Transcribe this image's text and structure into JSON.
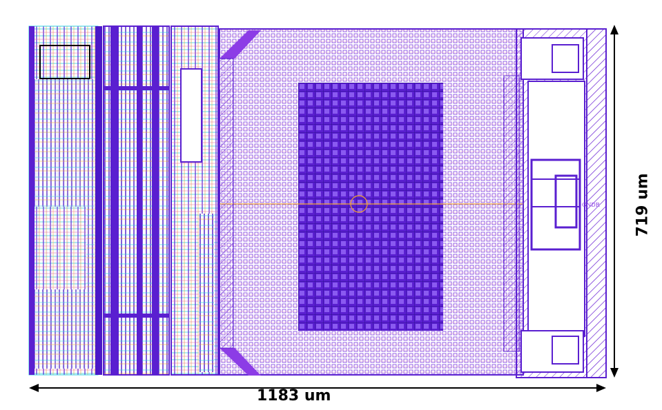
{
  "dimensions": {
    "width_label": "1183 um",
    "height_label": "719 um"
  },
  "annotations": {
    "gndr_label": "GNDR"
  },
  "colors": {
    "metal_purple": "#5a1fd0",
    "metal_violet": "#8c3ce6",
    "poly_cyan": "#2fd0e0",
    "diff_orange": "#f0a030",
    "contact_pink": "#e060a0",
    "arrow": "#000000"
  }
}
